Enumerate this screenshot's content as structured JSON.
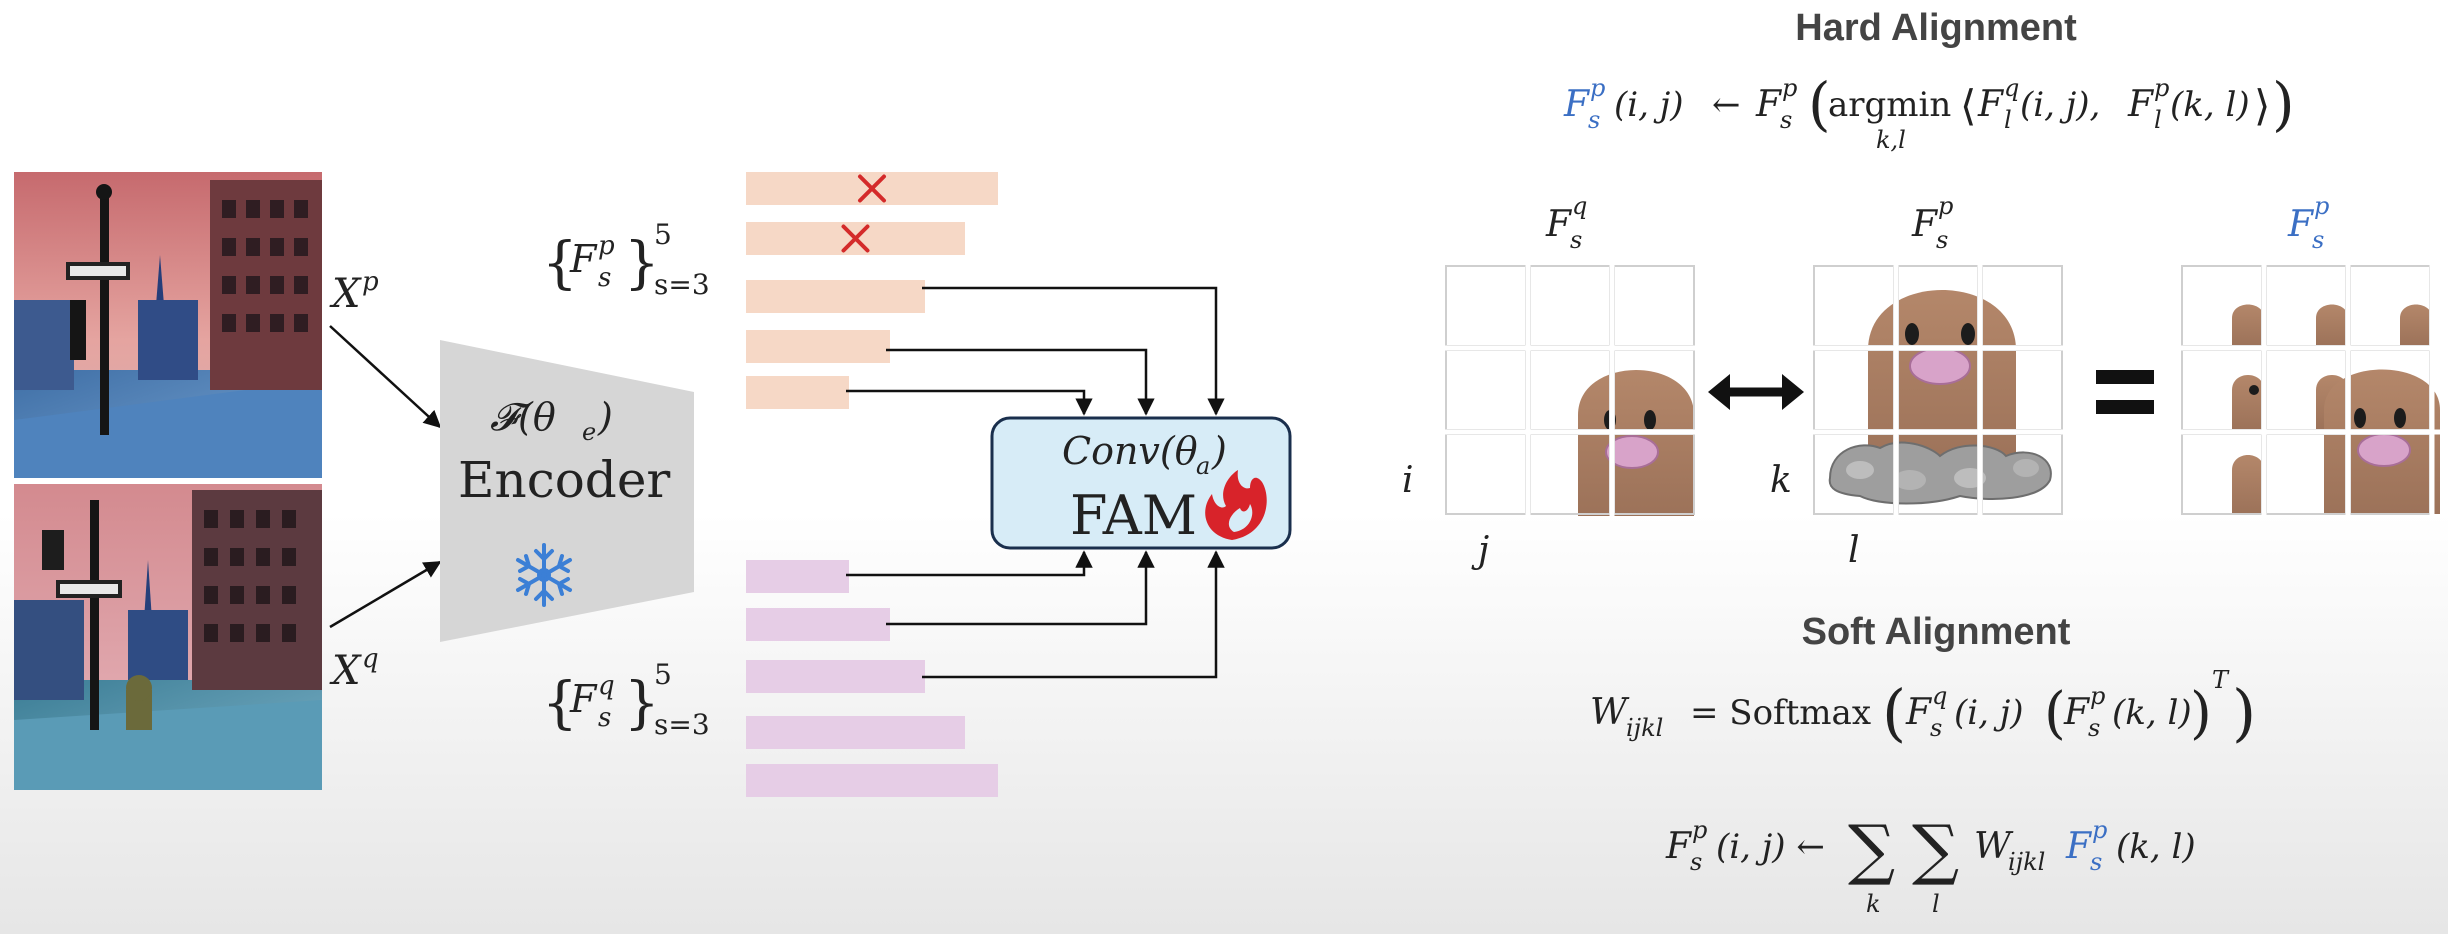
{
  "inputs": {
    "top_label": "X",
    "top_sup": "p",
    "bottom_label": "X",
    "bottom_sup": "q"
  },
  "encoder": {
    "func_text": "𝓕(θ",
    "func_sub": "e",
    "func_close": ")",
    "label": "Encoder",
    "frozen_icon": "snowflake-icon"
  },
  "features": {
    "set_p": {
      "base": "F",
      "sup": "p",
      "sub": "s",
      "upper": "5",
      "lower": "s=3"
    },
    "set_q": {
      "base": "F",
      "sup": "q",
      "sub": "s",
      "upper": "5",
      "lower": "s=3"
    },
    "p_bar_color": "#f6d8c6",
    "q_bar_color": "#e6cde6",
    "p_bars": [
      {
        "width": 1.0,
        "state": "discarded"
      },
      {
        "width": 0.87,
        "state": "discarded"
      },
      {
        "width": 0.71,
        "state": "used"
      },
      {
        "width": 0.57,
        "state": "used"
      },
      {
        "width": 0.41,
        "state": "used"
      }
    ],
    "q_bars": [
      {
        "width": 0.41,
        "state": "used"
      },
      {
        "width": 0.57,
        "state": "used"
      },
      {
        "width": 0.71,
        "state": "used"
      },
      {
        "width": 0.87,
        "state": "unused"
      },
      {
        "width": 1.0,
        "state": "unused"
      }
    ]
  },
  "fam": {
    "conv_text": "Conv(θ",
    "conv_sub": "a",
    "conv_close": ")",
    "label": "FAM",
    "box_color": "#d7ecf7",
    "flame_icon": "flame-icon",
    "flame_color": "#d8232a"
  },
  "hard": {
    "title": "Hard Alignment",
    "formula": {
      "lhs": "F",
      "lhs_sup": "p",
      "lhs_sub": "s",
      "lhs_args": "(i, j)",
      "arrow": "←",
      "rhs": "F",
      "rhs_sup": "p",
      "rhs_sub": "s",
      "op": "argmin",
      "op_sub": "k,l",
      "inner_a": "F",
      "inner_a_sup": "q",
      "inner_a_sub": "l",
      "inner_a_args": "(i, j),",
      "inner_b": "F",
      "inner_b_sup": "p",
      "inner_b_sub": "l",
      "inner_b_args": "(k, l)"
    },
    "grid_q_label": {
      "base": "F",
      "sup": "q",
      "sub": "s"
    },
    "grid_p_label": {
      "base": "F",
      "sup": "p",
      "sub": "s"
    },
    "grid_out_label": {
      "base": "F",
      "sup": "p",
      "sub": "s"
    },
    "axis_i": "i",
    "axis_j": "j",
    "axis_k": "k",
    "axis_l": "l",
    "equals_sign": "="
  },
  "soft": {
    "title": "Soft Alignment",
    "weight_formula": {
      "w": "W",
      "w_sub": "ijkl",
      "eq": "= Softmax",
      "fq": "F",
      "fq_sup": "q",
      "fq_sub": "s",
      "fq_args": "(i, j)",
      "fp": "F",
      "fp_sup": "p",
      "fp_sub": "s",
      "fp_args": "(k, l)",
      "t": "T"
    },
    "update_formula": {
      "lhs": "F",
      "lhs_sup": "p",
      "lhs_sub": "s",
      "lhs_args": "(i, j) ←",
      "sum": "∑",
      "sum_k": "k",
      "sum_l": "l",
      "w": "W",
      "w_sub": "ijkl",
      "fp": "F",
      "fp_sup": "p",
      "fp_sub": "s",
      "fp_args": "(k, l)"
    }
  },
  "colors": {
    "accent_blue": "#3b6fc4",
    "cross_red": "#d42a2a"
  }
}
